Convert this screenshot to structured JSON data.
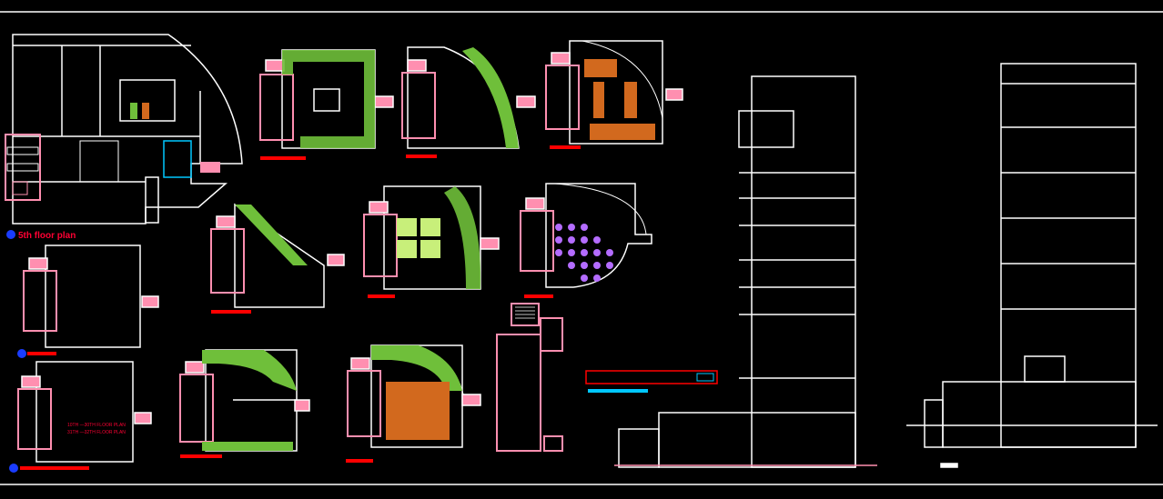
{
  "drawing": {
    "background": "#000000",
    "line_color": "#ffffff",
    "accent_colors": {
      "grid_dots": "#9b30ff",
      "core": "#ff8fb0",
      "landscape": "#6fbf3a",
      "furniture": "#d2691e",
      "title_bar": "#ff0000",
      "label_text": "#ff0033",
      "marker": "#1a3cff",
      "pool": "#00c8ff"
    },
    "labels": {
      "fifth_floor": "5th floor plan",
      "note_line1": "10TH —30TH FLOOR PLAN",
      "note_line2": "31TH —32TH FLOOR PLAN"
    },
    "icons": [
      "section-marker-icon",
      "stair-icon",
      "elevator-icon"
    ]
  }
}
